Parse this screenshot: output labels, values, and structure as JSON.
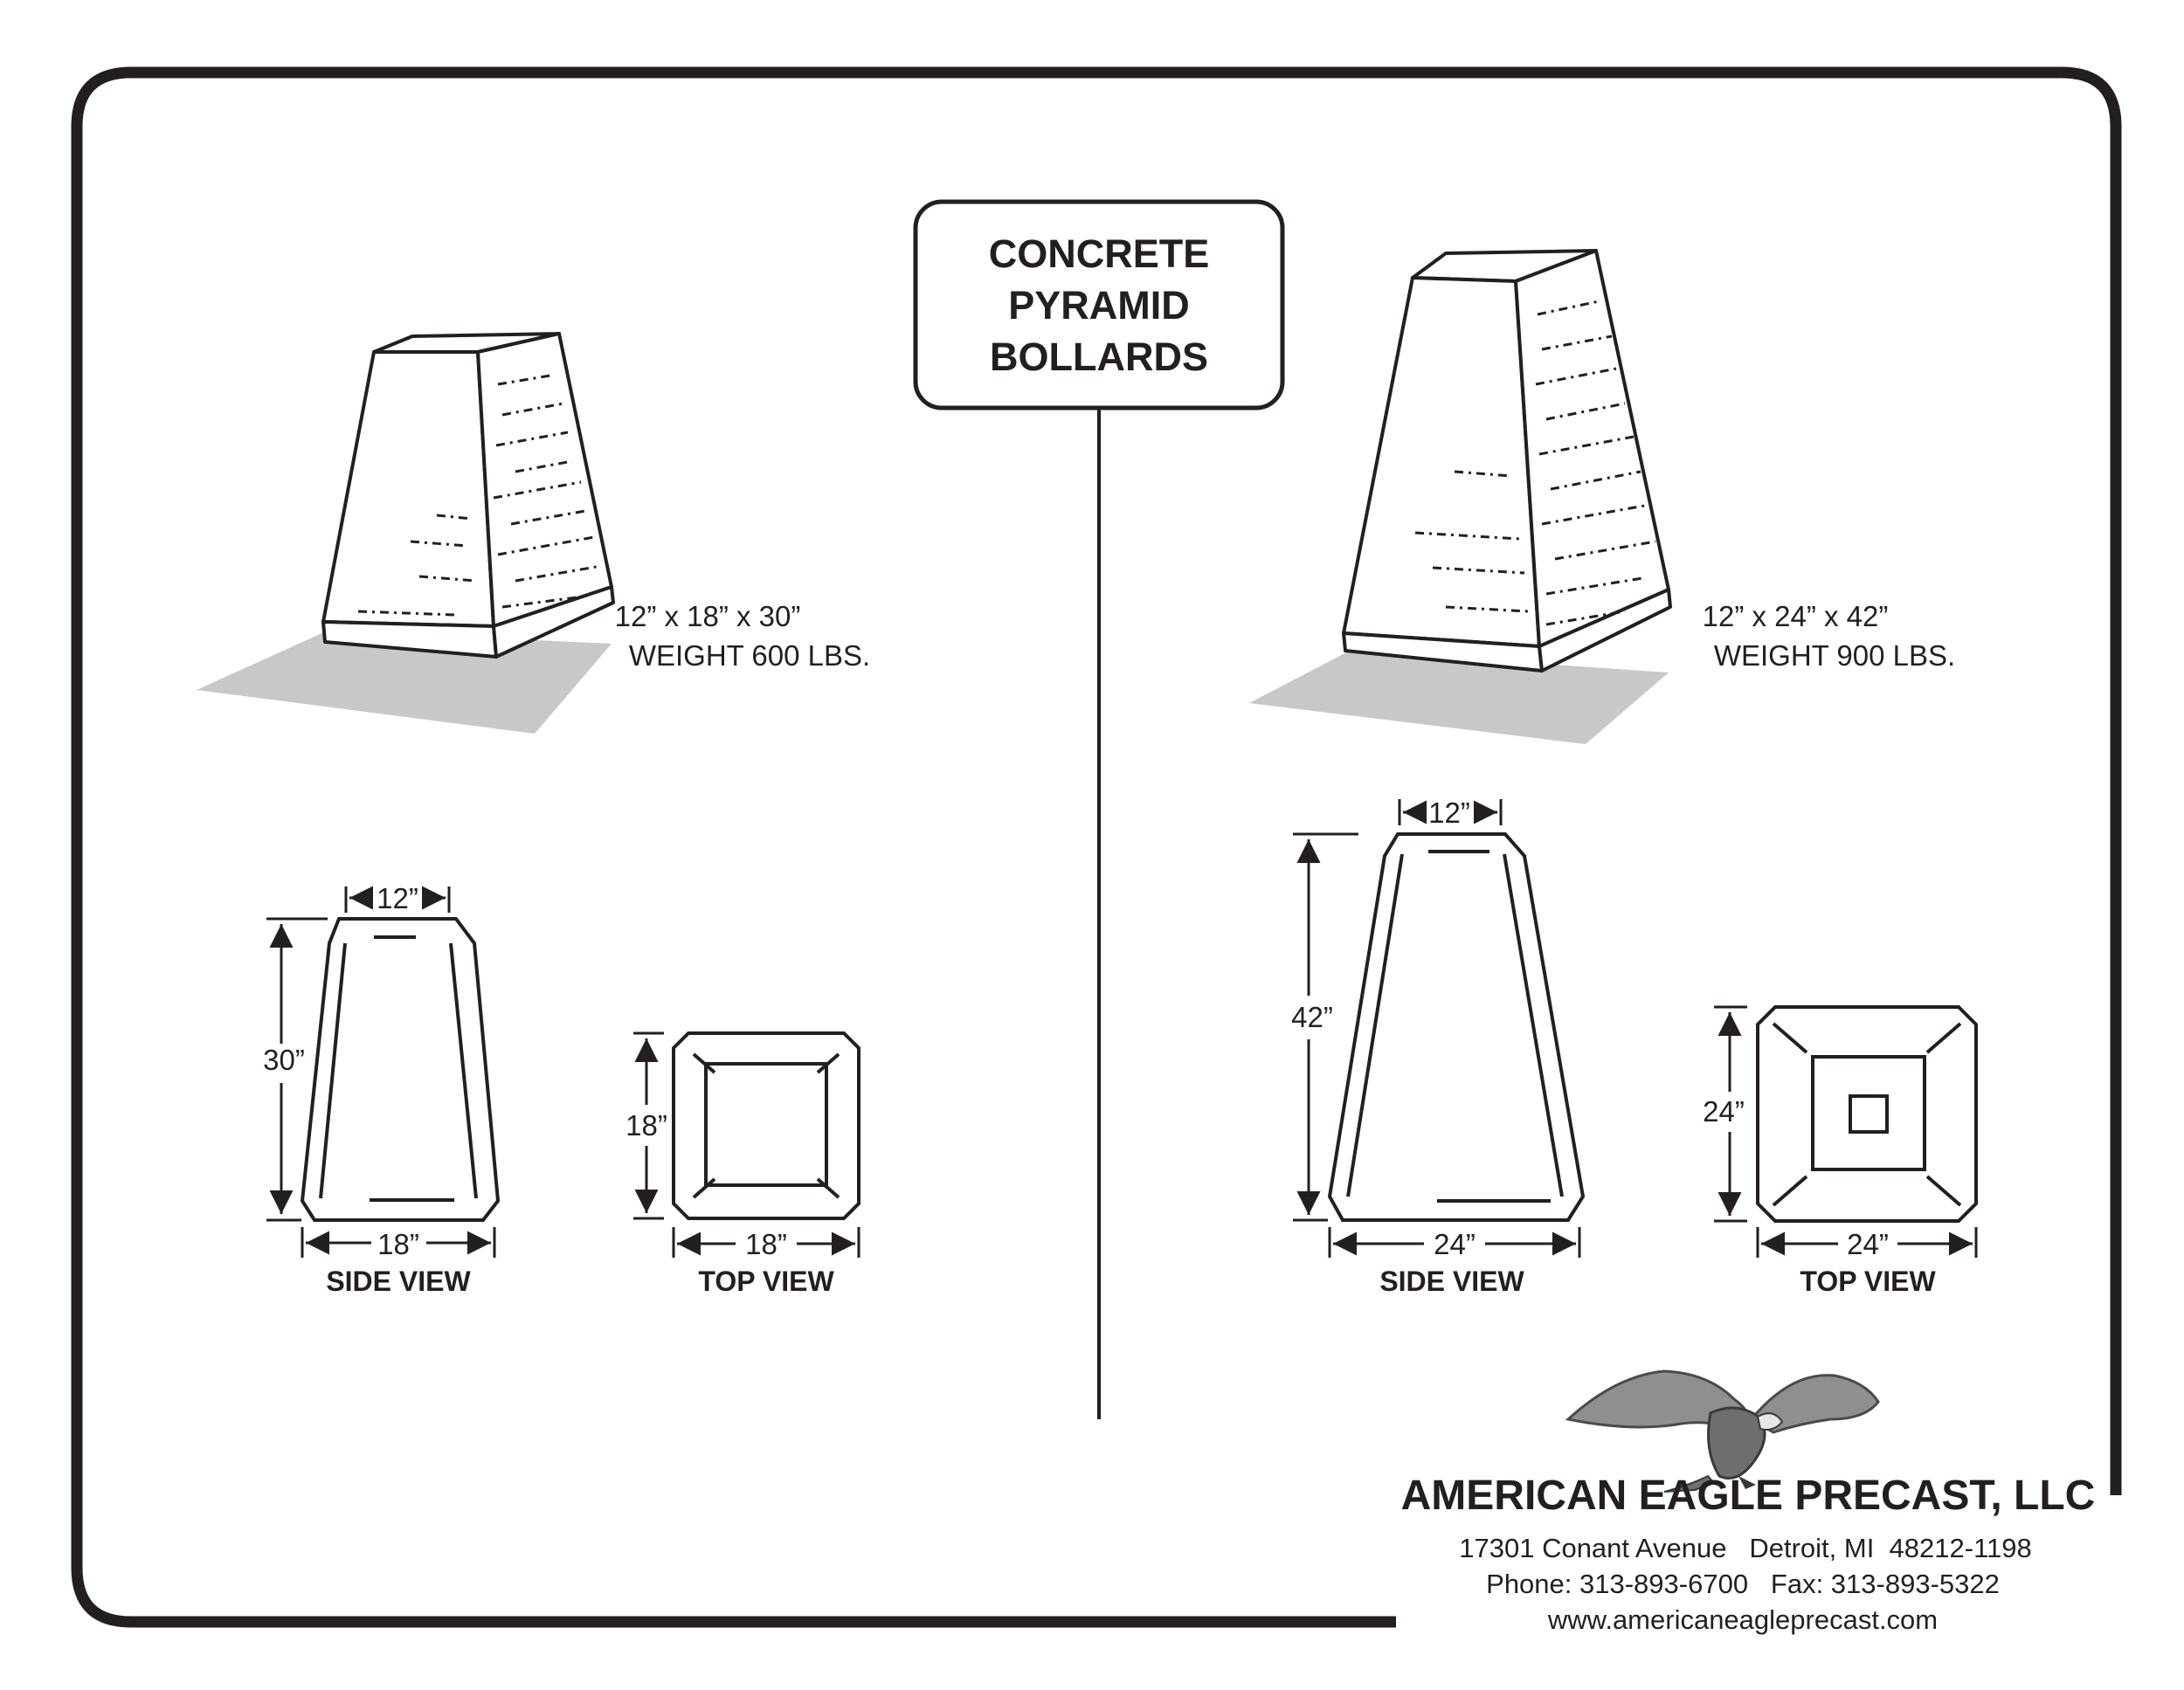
{
  "title": {
    "line1": "CONCRETE",
    "line2": "PYRAMID",
    "line3": "BOLLARDS"
  },
  "left_bollard": {
    "dimensions": "12” x 18” x 30”",
    "weight": "WEIGHT 600 LBS.",
    "side_view": {
      "label": "SIDE VIEW",
      "top_width": "12”",
      "height": "30”",
      "base_width": "18”"
    },
    "top_view": {
      "label": "TOP VIEW",
      "depth": "18”",
      "width": "18”"
    }
  },
  "right_bollard": {
    "dimensions": "12” x 24” x 42”",
    "weight": "WEIGHT 900 LBS.",
    "side_view": {
      "label": "SIDE VIEW",
      "top_width": "12”",
      "height": "42”",
      "base_width": "24”"
    },
    "top_view": {
      "label": "TOP VIEW",
      "depth": "24”",
      "width": "24”"
    }
  },
  "company": {
    "logo": "eagle-icon",
    "name": "AMERICAN EAGLE PRECAST, LLC",
    "address": "17301 Conant Avenue   Detroit, MI  48212-1198",
    "phone_fax": "Phone: 313-893-6700   Fax: 313-893-5322",
    "website": "www.americaneagleprecast.com"
  },
  "colors": {
    "ink": "#231f20",
    "shadow": "#c8c8c8"
  }
}
